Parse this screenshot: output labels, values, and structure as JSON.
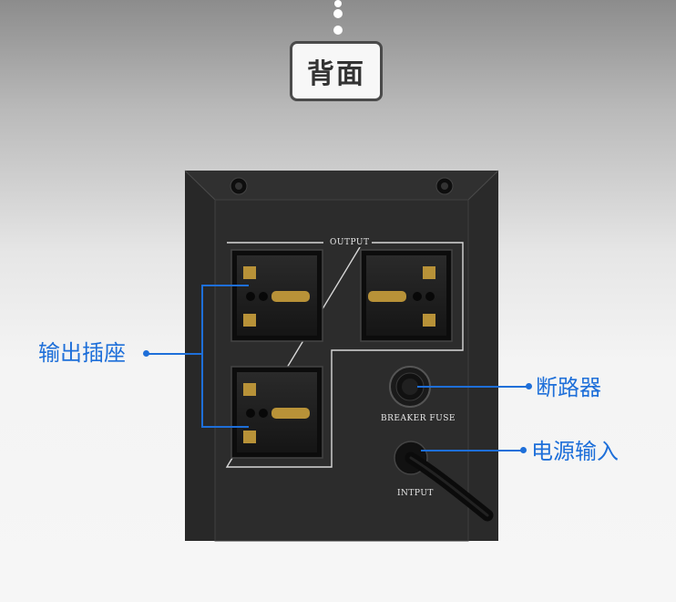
{
  "title": "背面",
  "panel_labels": {
    "output": "OUTPUT",
    "breaker": "BREAKER FUSE",
    "input": "INTPUT"
  },
  "callouts": {
    "output_sockets": "输出插座",
    "breaker": "断路器",
    "power_input": "电源输入"
  },
  "colors": {
    "accent": "#1e6fd9",
    "device_body": "#2d2d2d"
  }
}
